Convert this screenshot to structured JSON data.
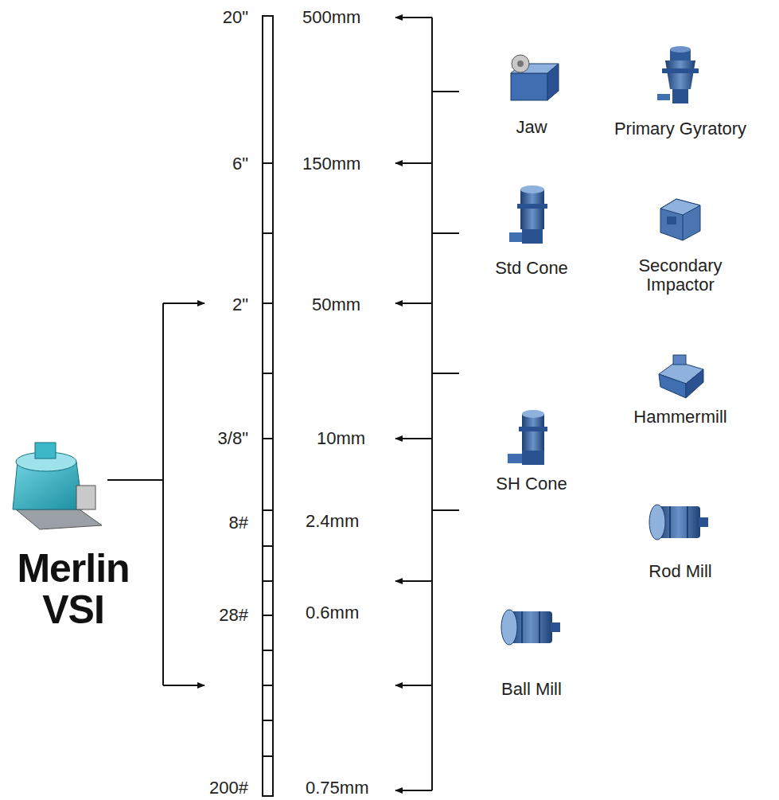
{
  "diagram": {
    "labels": [
      "20\"",
      "500mm",
      "Jaw",
      "Primary Gyratory",
      "6\"",
      "150mm",
      "Std Cone",
      "Secondary Impactor",
      "2\"",
      "50mm",
      "Hammermill",
      "3/8\"",
      "10mm",
      "SH Cone",
      "8#",
      "2.4mm",
      "Rod Mill",
      "28#",
      "0.6mm",
      "Ball Mill",
      "200#",
      "0.75mm",
      "Merlin VSI"
    ]
  }
}
